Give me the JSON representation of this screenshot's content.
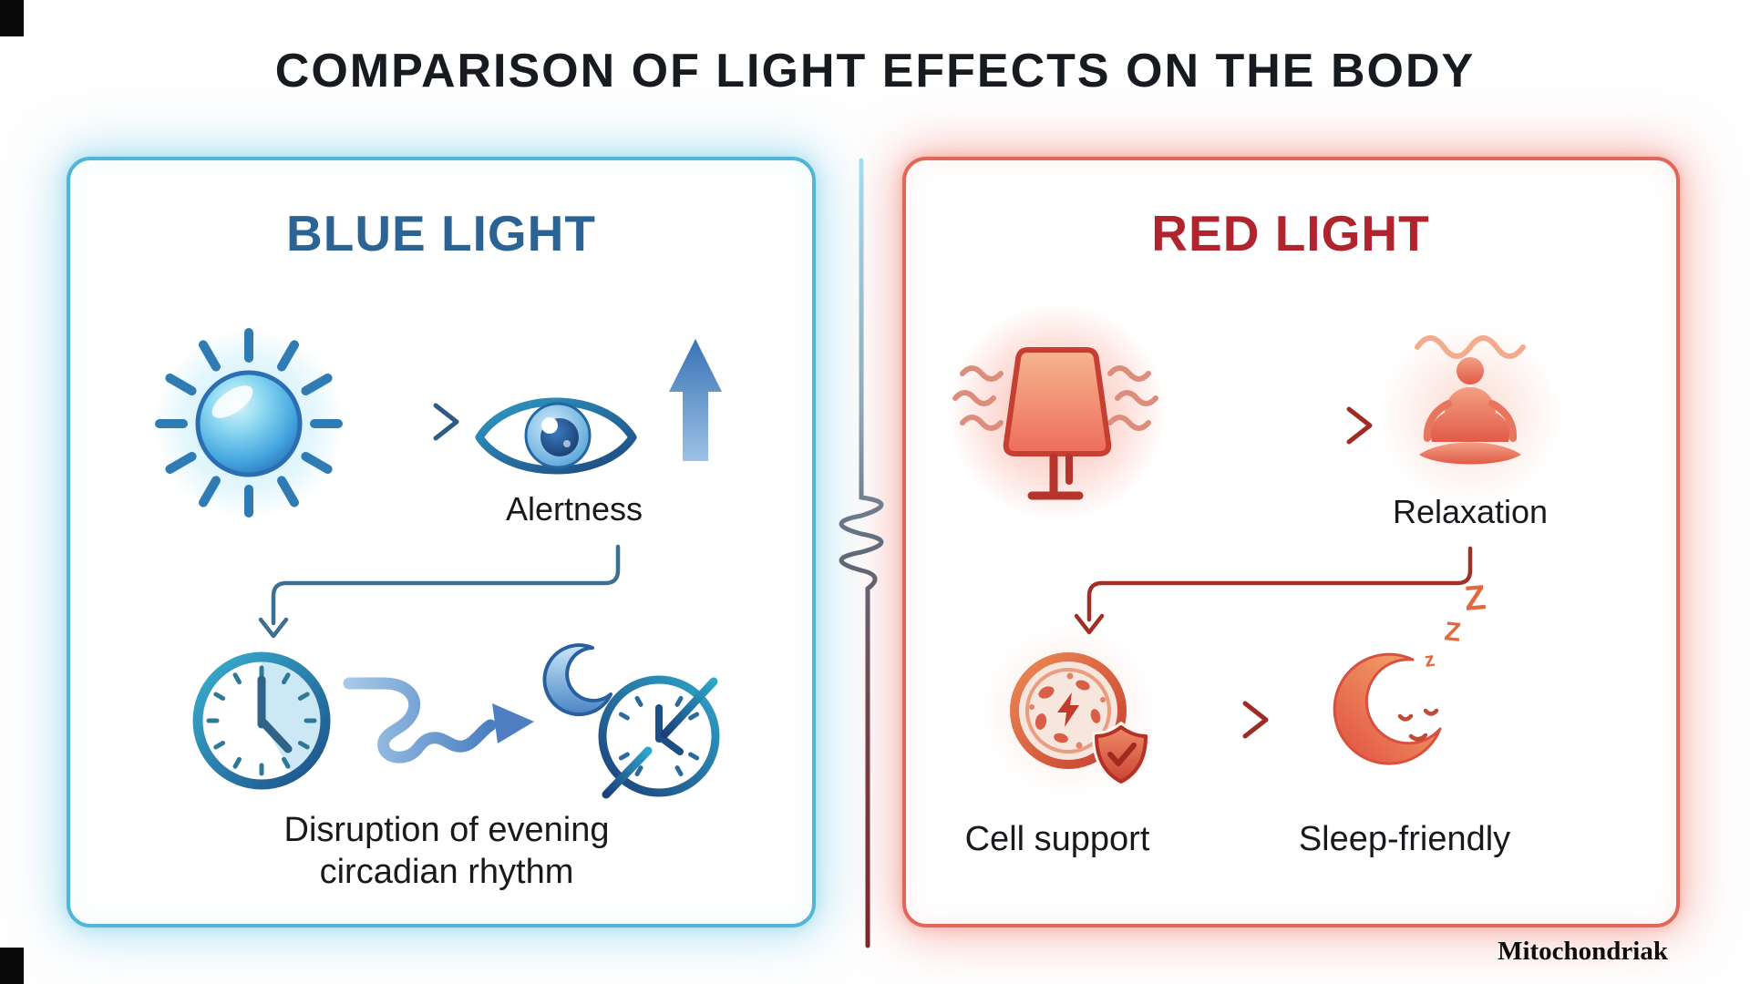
{
  "title": "COMPARISON OF LIGHT EFFECTS ON THE BODY",
  "watermark": "Mitochondriak",
  "divider": {
    "style": "vertical line with spring squiggle",
    "gradient_top": "#a8dcee",
    "gradient_middle": "#60697a",
    "gradient_bottom": "#7d252b"
  },
  "panels": {
    "blue": {
      "title": "BLUE LIGHT",
      "accent_color": "#2b6394",
      "border_color": "#4fb6d6",
      "icons": [
        "blue-sun-icon",
        "right-arrow-icon",
        "eye-icon",
        "increase-arrow-icon",
        "elbow-connector-arrow",
        "clock-icon",
        "winding-arrow-icon",
        "crescent-moon-icon",
        "disrupted-clock-icon"
      ],
      "labels": {
        "alertness": "Alertness",
        "disruption": "Disruption of evening circadian rhythm"
      }
    },
    "red": {
      "title": "RED LIGHT",
      "accent_color": "#b0242e",
      "border_color": "#e2675b",
      "icons": [
        "red-lamp-icon",
        "heat-waves-icon",
        "right-arrow-icon",
        "meditating-person-icon",
        "elbow-connector-arrow",
        "cell-with-shield-icon",
        "right-arrow-icon",
        "sleepy-moon-icon"
      ],
      "labels": {
        "relaxation": "Relaxation",
        "cell_support": "Cell support",
        "sleep_friendly": "Sleep-friendly"
      },
      "zzz": [
        "z",
        "Z",
        "Z"
      ]
    }
  }
}
